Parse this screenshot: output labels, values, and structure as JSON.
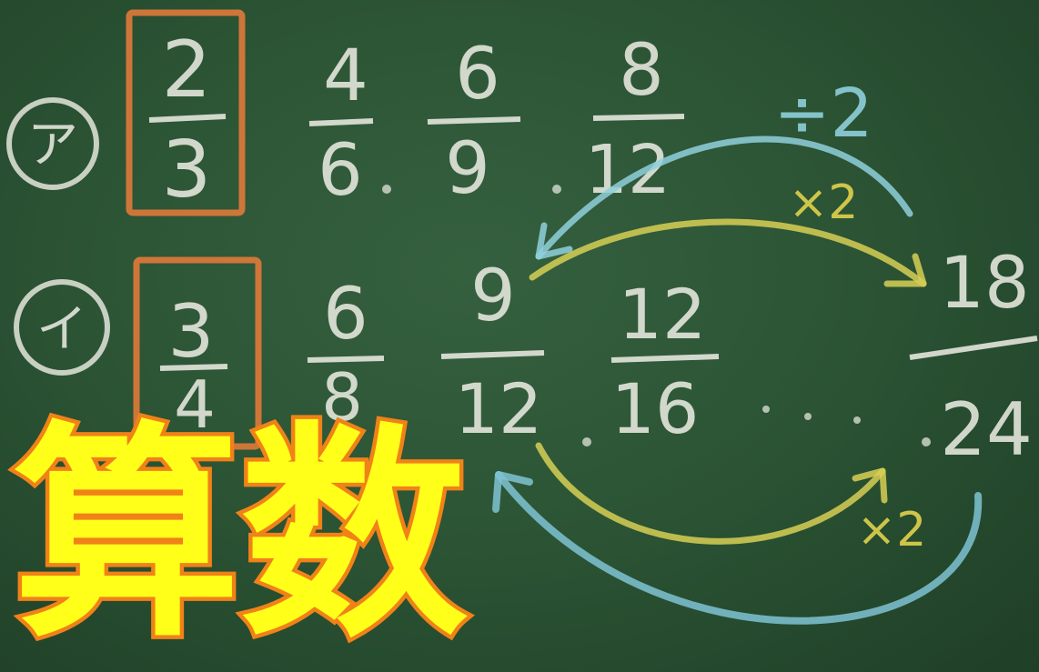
{
  "title": "算数",
  "rows": [
    {
      "label": "ア",
      "boxed": {
        "numerator": "2",
        "denominator": "3"
      },
      "fractions": [
        {
          "numerator": "4",
          "denominator": "6"
        },
        {
          "numerator": "6",
          "denominator": "9"
        },
        {
          "numerator": "8",
          "denominator": "12"
        }
      ]
    },
    {
      "label": "イ",
      "boxed": {
        "numerator": "3",
        "denominator": "4"
      },
      "fractions": [
        {
          "numerator": "6",
          "denominator": "8"
        },
        {
          "numerator": "9",
          "denominator": "12"
        },
        {
          "numerator": "12",
          "denominator": "16"
        },
        {
          "numerator": "18",
          "denominator": "24"
        }
      ]
    }
  ],
  "annotations": {
    "divide": "÷2",
    "times_top": "×2",
    "times_bottom": "×2"
  },
  "colors": {
    "board": "#2c5535",
    "chalk_white": "#e4e6dc",
    "chalk_orange": "#e07a3a",
    "chalk_yellow": "#e0d24c",
    "chalk_blue": "#8fd0dc",
    "title_fill": "#ffff1a",
    "title_outline": "#f08218"
  }
}
